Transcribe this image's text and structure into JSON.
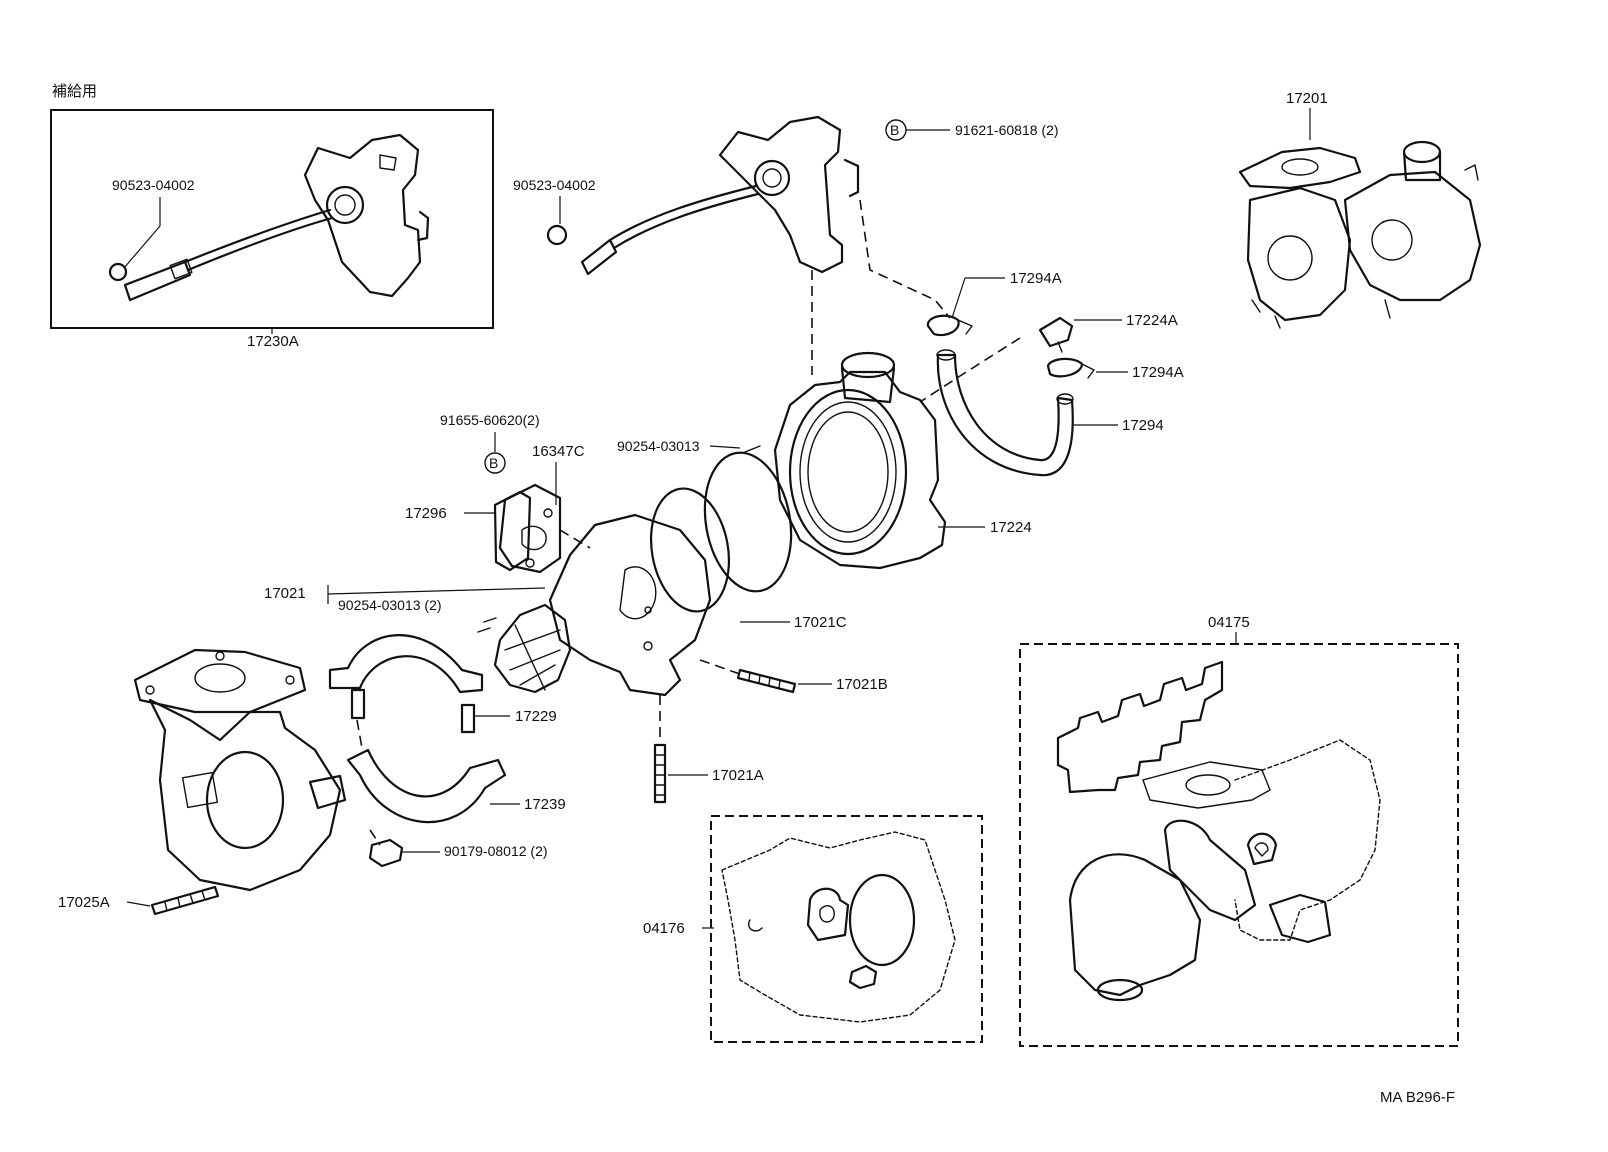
{
  "header_note": "補給用",
  "diagram_code": "MA  B296-F",
  "callouts": {
    "p_90523_04002_inset": "90523-04002",
    "p_17230A": "17230A",
    "p_90523_04002": "90523-04002",
    "p_91621_60818": "91621-60818 (2)",
    "p_17294A_top": "17294A",
    "p_17224A": "17224A",
    "p_17294A_mid": "17294A",
    "p_17294": "17294",
    "p_17224": "17224",
    "p_91655_60620": "91655-60620(2)",
    "p_16347C": "16347C",
    "p_90254_03013_top": "90254-03013",
    "p_17296": "17296",
    "p_17021": "17021",
    "p_90254_03013_pair": "90254-03013 (2)",
    "p_17021C": "17021C",
    "p_17021B": "17021B",
    "p_17229": "17229",
    "p_17021A": "17021A",
    "p_17239": "17239",
    "p_90179_08012": "90179-08012 (2)",
    "p_17025A": "17025A",
    "p_04176": "04176",
    "p_04175": "04175",
    "p_17201": "17201"
  },
  "markers": {
    "marker_b_top": "B",
    "marker_b_left": "B"
  }
}
